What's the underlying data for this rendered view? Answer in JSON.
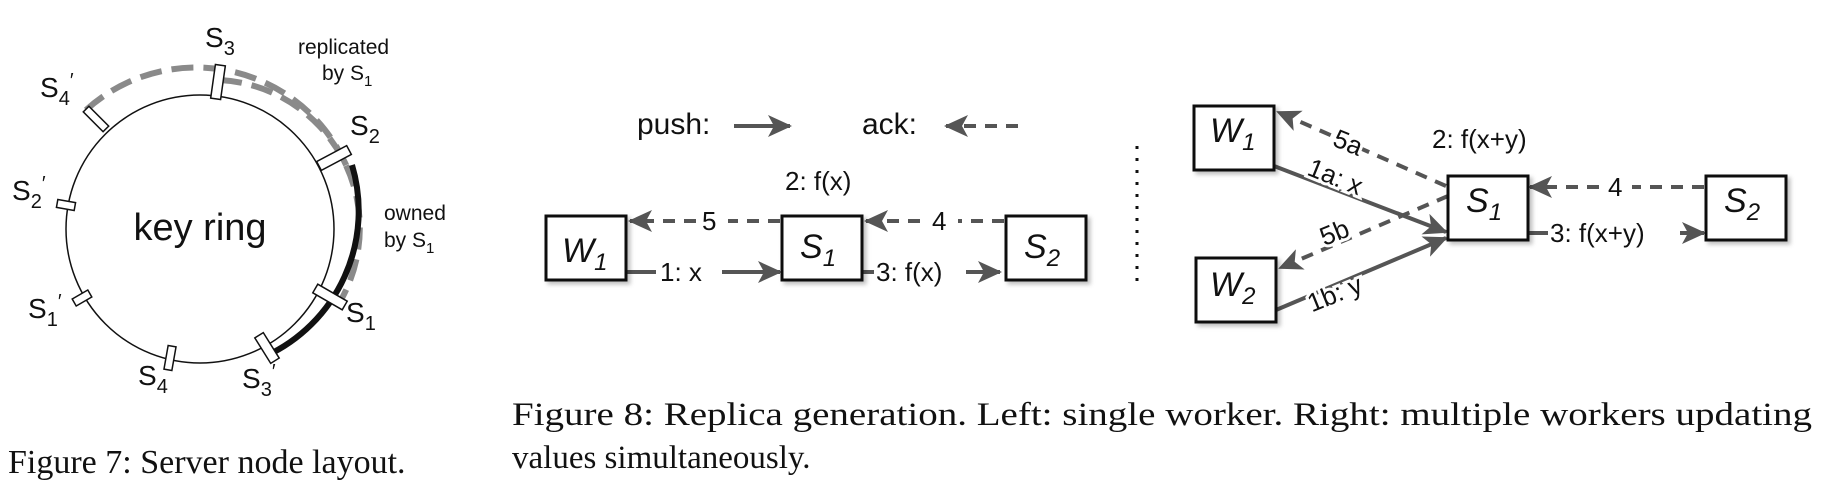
{
  "figure7": {
    "ring_label": "key ring",
    "nodes": {
      "s3": {
        "base": "S",
        "sub": "3"
      },
      "s4p": {
        "base": "S",
        "sub": "4",
        "prime": "′"
      },
      "s2": {
        "base": "S",
        "sub": "2"
      },
      "s2p": {
        "base": "S",
        "sub": "2",
        "prime": "′"
      },
      "s1p": {
        "base": "S",
        "sub": "1",
        "prime": "′"
      },
      "s1": {
        "base": "S",
        "sub": "1"
      },
      "s4": {
        "base": "S",
        "sub": "4"
      },
      "s3p": {
        "base": "S",
        "sub": "3",
        "prime": "′"
      }
    },
    "replicated_line1": "replicated",
    "replicated_line2": "by S",
    "replicated_sub": "1",
    "owned_line1": "owned",
    "owned_line2": "by S",
    "owned_sub": "1",
    "caption": "Figure 7: Server node layout."
  },
  "legend": {
    "push": "push:",
    "ack": "ack:"
  },
  "left_diagram": {
    "w1": {
      "base": "W",
      "sub": "1"
    },
    "s1": {
      "base": "S",
      "sub": "1"
    },
    "s2": {
      "base": "S",
      "sub": "2"
    },
    "step_1": "1: x",
    "step_2": "2: f(x)",
    "step_3": "3: f(x)",
    "step_4": "4",
    "step_5": "5"
  },
  "right_diagram": {
    "w1": {
      "base": "W",
      "sub": "1"
    },
    "w2": {
      "base": "W",
      "sub": "2"
    },
    "s1": {
      "base": "S",
      "sub": "1"
    },
    "s2": {
      "base": "S",
      "sub": "2"
    },
    "step_1a": "1a: x",
    "step_1b": "1b: y",
    "step_2": "2: f(x+y)",
    "step_3": "3: f(x+y)",
    "step_4": "4",
    "step_5a": "5a",
    "step_5b": "5b"
  },
  "figure8": {
    "caption_line1": "Figure 8: Replica generation. Left: single worker. Right: multiple workers updating",
    "caption_line2": "values simultaneously."
  },
  "colors": {
    "arrow": "#555555",
    "replicated_arc": "#8a8a8a",
    "owned_arc": "#111111",
    "box_border": "#111111"
  }
}
